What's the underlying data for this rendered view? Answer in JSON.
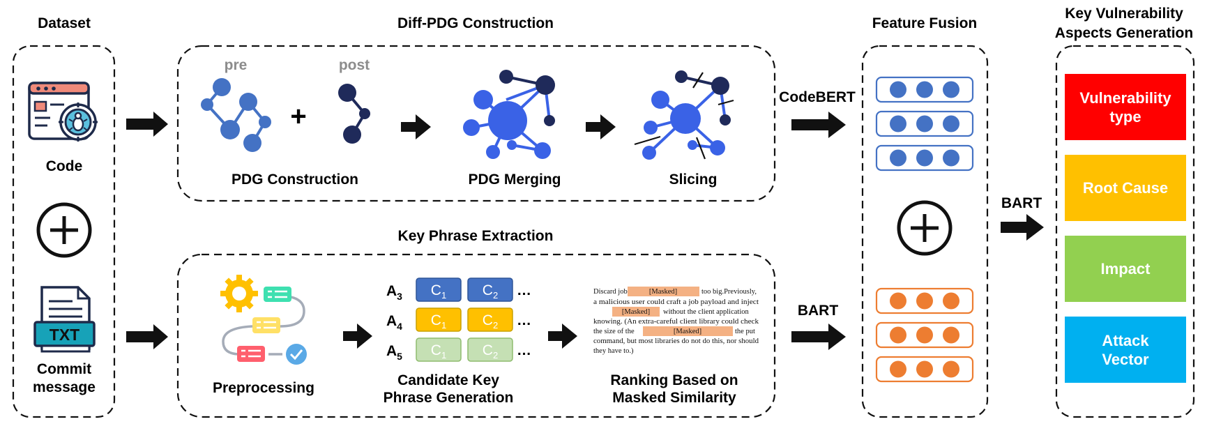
{
  "sections": {
    "dataset": "Dataset",
    "diff_pdg": "Diff-PDG Construction",
    "feature_fusion": "Feature Fusion",
    "key_aspects_line1": "Key Vulnerability",
    "key_aspects_line2": "Aspects Generation",
    "key_phrase": "Key Phrase Extraction"
  },
  "dataset": {
    "code_label": "Code",
    "commit_line1": "Commit",
    "commit_line2": "message",
    "txt_badge": "TXT",
    "code_icon": "code-bug-window-icon",
    "commit_icon": "text-document-icon",
    "plus_icon": "circled-plus-icon"
  },
  "diff_pdg": {
    "pre_label": "pre",
    "post_label": "post",
    "plus_sign": "+",
    "pdg_construction": "PDG Construction",
    "pdg_merging": "PDG Merging",
    "slicing": "Slicing"
  },
  "key_phrase": {
    "preprocessing": "Preprocessing",
    "candidate_line1": "Candidate Key",
    "candidate_line2": "Phrase Generation",
    "ranking_line1": "Ranking Based on",
    "ranking_line2": "Masked Similarity",
    "candidate_rows": [
      {
        "label": "A",
        "sub": "3",
        "color": "#4472c4",
        "stroke": "#2f5597",
        "text_color": "#ffffff"
      },
      {
        "label": "A",
        "sub": "4",
        "color": "#ffc000",
        "stroke": "#c9a000",
        "text_color": "#ffffff"
      },
      {
        "label": "A",
        "sub": "5",
        "color": "#c5e0b4",
        "stroke": "#8fbc6e",
        "text_color": "#ffffff"
      }
    ],
    "chip_c": "C",
    "chip_sub_1": "1",
    "chip_sub_2": "2",
    "ellipsis": "…",
    "passage": {
      "l1a": "Discard job",
      "l1b": "too big.Previously,",
      "l2": "a malicious user could craft a job payload and inject",
      "l3b": "without the client application",
      "l4": "knowing. (An extra-careful client library could check",
      "l5a": "the size of the",
      "l5b": "the put",
      "l6": "command, but most libraries do not do this, nor should",
      "l7": "they have to.)",
      "masked": "[Masked]"
    }
  },
  "models": {
    "codebert": "CodeBERT",
    "bart_text": "BART",
    "bart_output": "BART"
  },
  "outputs": [
    {
      "line1": "Vulnerability",
      "line2": "type",
      "color": "#ff0000"
    },
    {
      "line1": "Root Cause",
      "line2": "",
      "color": "#ffc000"
    },
    {
      "line1": "Impact",
      "line2": "",
      "color": "#92d050"
    },
    {
      "line1": "Attack",
      "line2": "Vector",
      "color": "#00b0f0"
    }
  ],
  "colors": {
    "blue_node": "#4472c4",
    "bright_blue": "#3a62e6",
    "navy_node": "#1f2a5a",
    "orange_dot": "#ed7d31"
  }
}
